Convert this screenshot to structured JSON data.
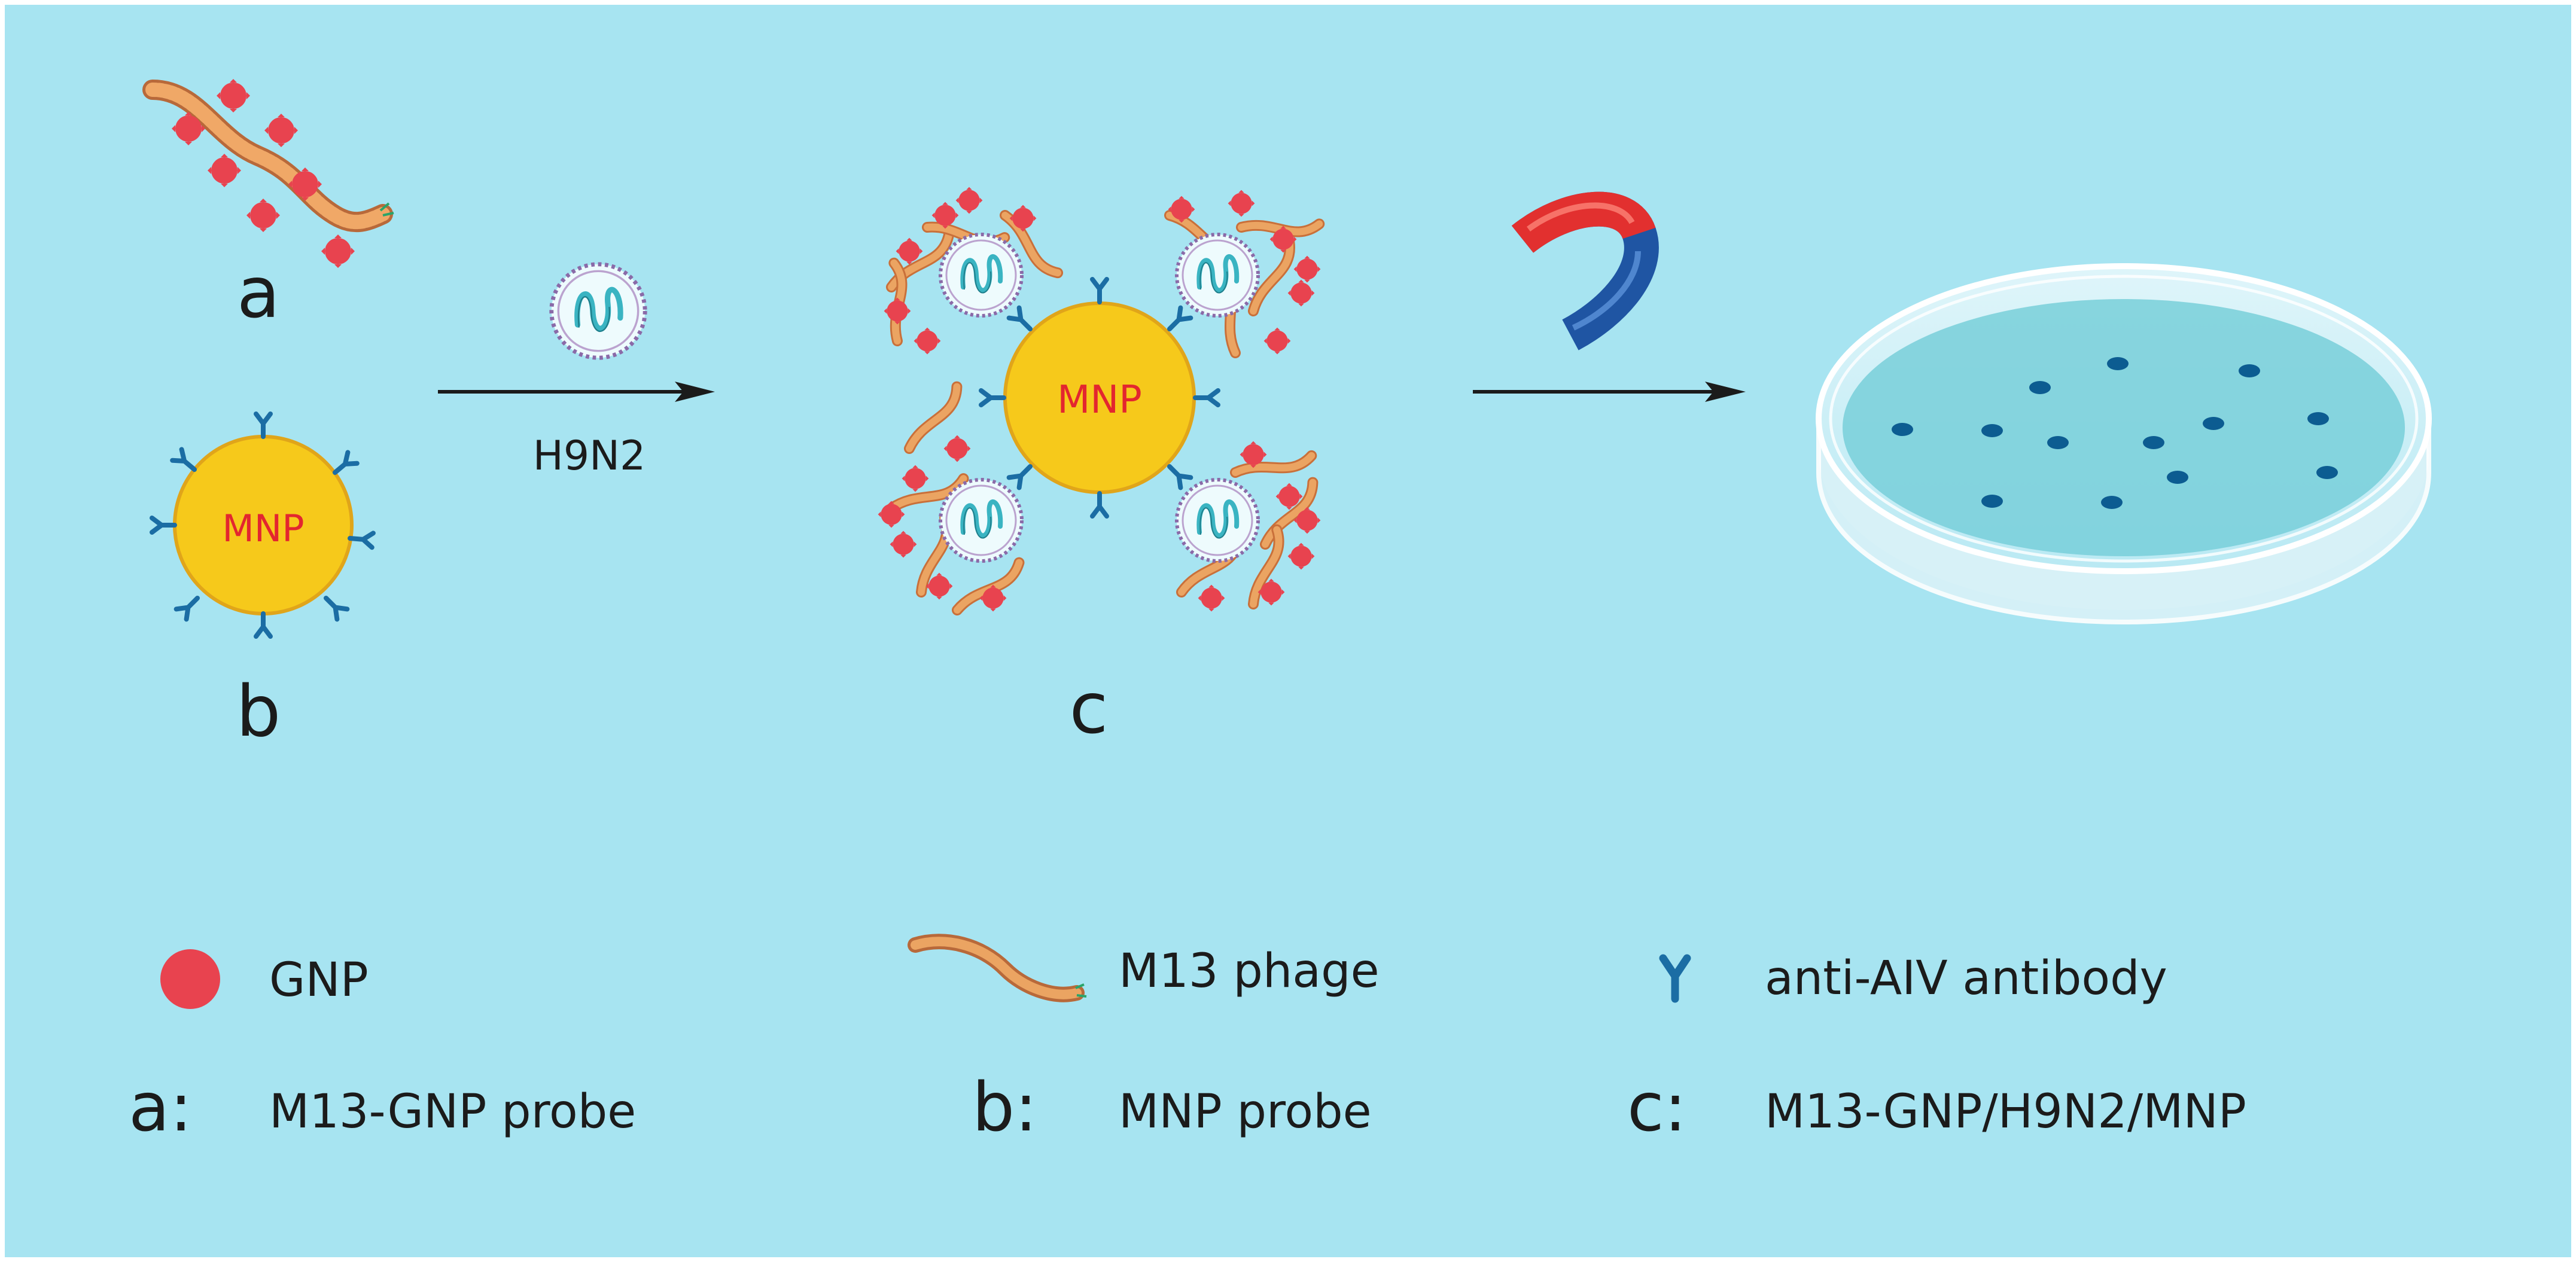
{
  "panel_labels": {
    "a": "a",
    "b": "b",
    "c": "c"
  },
  "mnp_text": "MNP",
  "arrow_label": "H9N2",
  "legend": {
    "gnp": "GNP",
    "m13": "M13 phage",
    "antibody": "anti-AIV antibody",
    "a_key": "a:",
    "a_text": "M13-GNP probe",
    "b_key": "b:",
    "b_text": "MNP probe",
    "c_key": "c:",
    "c_text": "M13-GNP/H9N2/MNP"
  },
  "colors": {
    "background": "#a7e4f1",
    "border": "#ffffff",
    "gnp": "#e8434f",
    "m13": "#e39048",
    "mnp_fill": "#f6c91b",
    "mnp_stroke": "#e0a51a",
    "mnp_text": "#e3262f",
    "antibody": "#1b6da4",
    "virus": "#3ab4c2",
    "magnet_red": "#e2302f",
    "magnet_blue": "#1f55a3",
    "dish_medium": "#78cfd9",
    "colony": "#0c5c91"
  }
}
